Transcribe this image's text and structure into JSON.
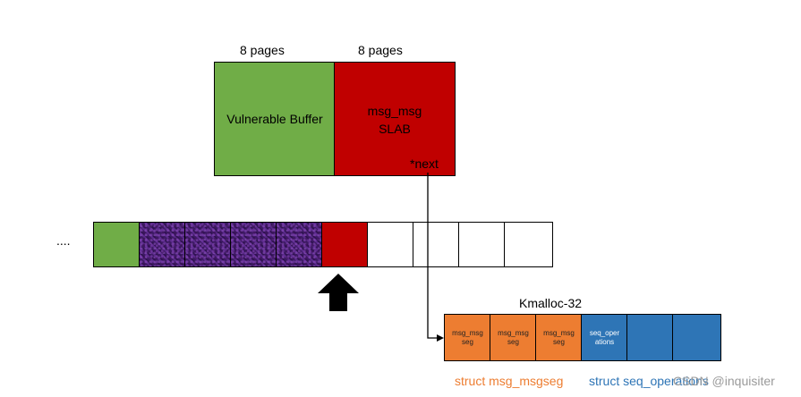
{
  "top": {
    "left_label": "8 pages",
    "right_label": "8 pages",
    "vulnerable_buffer": "Vulnerable Buffer",
    "msg_line1": "msg_msg",
    "msg_line2": "SLAB",
    "next_pointer": "*next"
  },
  "row": {
    "ellipsis": "....",
    "slots": [
      "green",
      "purple",
      "purple",
      "purple",
      "purple",
      "red",
      "white",
      "white",
      "white",
      "white"
    ]
  },
  "kmalloc": {
    "title": "Kmalloc-32",
    "cells": [
      {
        "line1": "msg_msg",
        "line2": "seg",
        "color": "orange"
      },
      {
        "line1": "msg_msg",
        "line2": "seg",
        "color": "orange"
      },
      {
        "line1": "msg_msg",
        "line2": "seg",
        "color": "orange"
      },
      {
        "line1": "seq_oper",
        "line2": "ations",
        "color": "blue"
      },
      {
        "line1": "",
        "line2": "",
        "color": "blue"
      },
      {
        "line1": "",
        "line2": "",
        "color": "blue"
      }
    ]
  },
  "legend": {
    "orange": "struct msg_msgseg",
    "blue": "struct seq_operations"
  },
  "watermark": "CSDN @inquisiter",
  "colors": {
    "green": "#70ad47",
    "red": "#c00000",
    "orange": "#ed7d31",
    "blue": "#2e75b6"
  }
}
